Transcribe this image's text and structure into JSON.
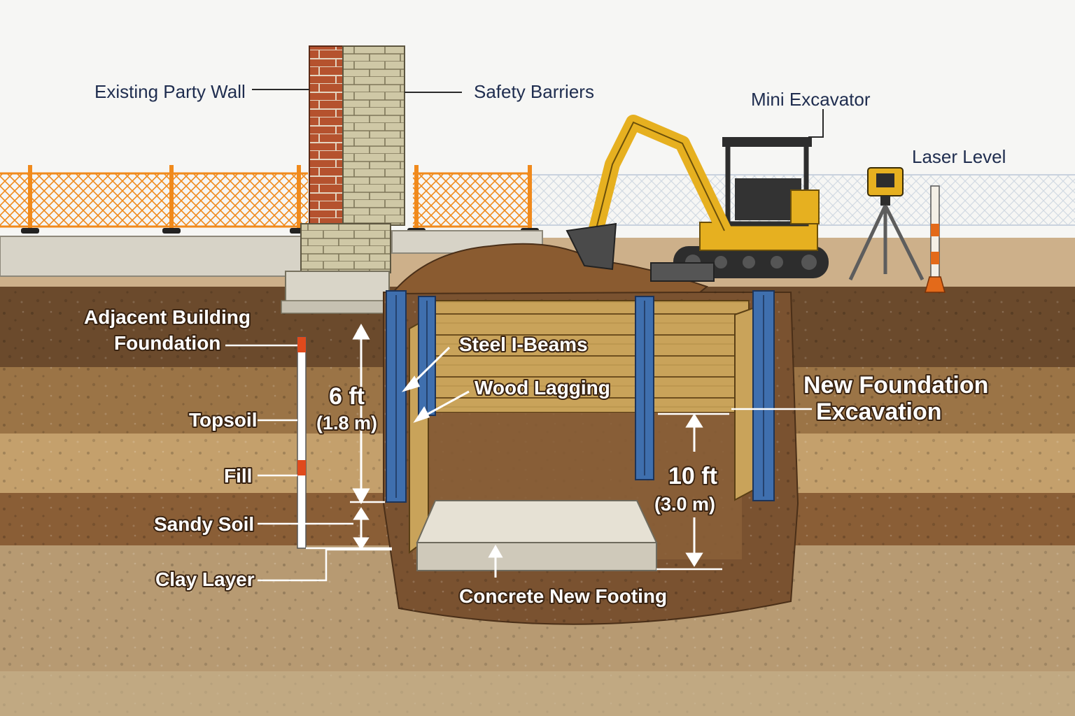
{
  "labels": {
    "existing_party_wall": "Existing Party Wall",
    "safety_barriers": "Safety Barriers",
    "mini_excavator": "Mini Excavator",
    "laser_level": "Laser Level",
    "adjacent_building_foundation_line1": "Adjacent Building",
    "adjacent_building_foundation_line2": "Foundation",
    "steel_i_beams": "Steel I-Beams",
    "wood_lagging": "Wood Lagging",
    "new_foundation_excavation_line1": "New Foundation",
    "new_foundation_excavation_line2": "Excavation",
    "topsoil": "Topsoil",
    "fill": "Fill",
    "sandy_soil": "Sandy Soil",
    "clay_layer": "Clay Layer",
    "concrete_new_footing": "Concrete New Footing"
  },
  "dimensions": {
    "left_depth": "6 ft",
    "left_depth_metric": "(1.8 m)",
    "right_depth": "10 ft",
    "right_depth_metric": "(3.0 m)"
  },
  "colors": {
    "sky": "#f6f6f4",
    "ground_surface": "#cdb08a",
    "topsoil": "#6b4a2c",
    "fill": "#9b7446",
    "sandy_soil": "#c4a06c",
    "clay_layer": "#8a5e36",
    "deep_soil": "#b79a72",
    "steel_beam": "#3f6fae",
    "wood_lagging": "#c9a35a",
    "concrete": "#ddd8cc",
    "excavator": "#e6b020",
    "safety_fence": "#f08a1c",
    "brick": "#b5522e",
    "block": "#c9c2a0",
    "label_dark": "#1f2d4f",
    "label_light": "#ffffff"
  },
  "icons": [
    "excavator-icon",
    "laser-level-icon",
    "traffic-cone-icon",
    "safety-fence-icon",
    "brick-wall-icon",
    "measuring-rod-icon"
  ]
}
